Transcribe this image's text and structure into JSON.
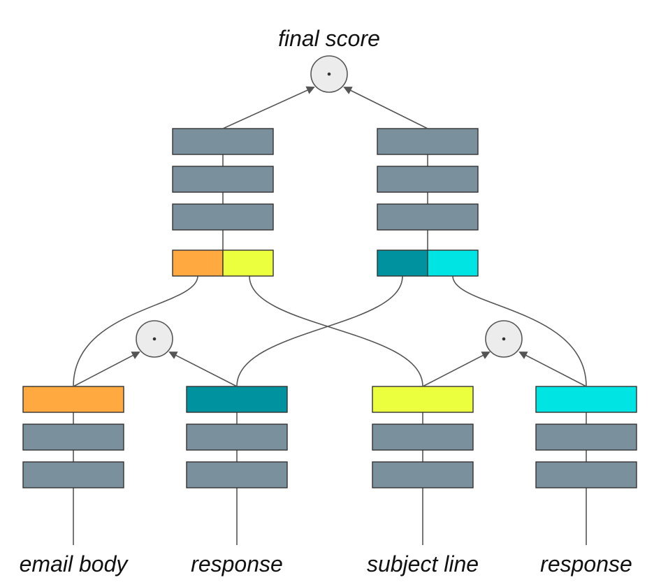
{
  "labels": {
    "top": "final score",
    "input_1": "email body",
    "input_2": "response",
    "input_3": "subject line",
    "input_4": "response"
  },
  "colors": {
    "layer": "#7a909c",
    "email_body_embedding": "#ffa940",
    "response_1_embedding": "#00929f",
    "subject_line_embedding": "#ebff3f",
    "response_2_embedding": "#00e4e4",
    "outline": "#333333",
    "dot_node": "#ececec"
  },
  "nodes": {
    "combine_symbol": "dot-product"
  }
}
